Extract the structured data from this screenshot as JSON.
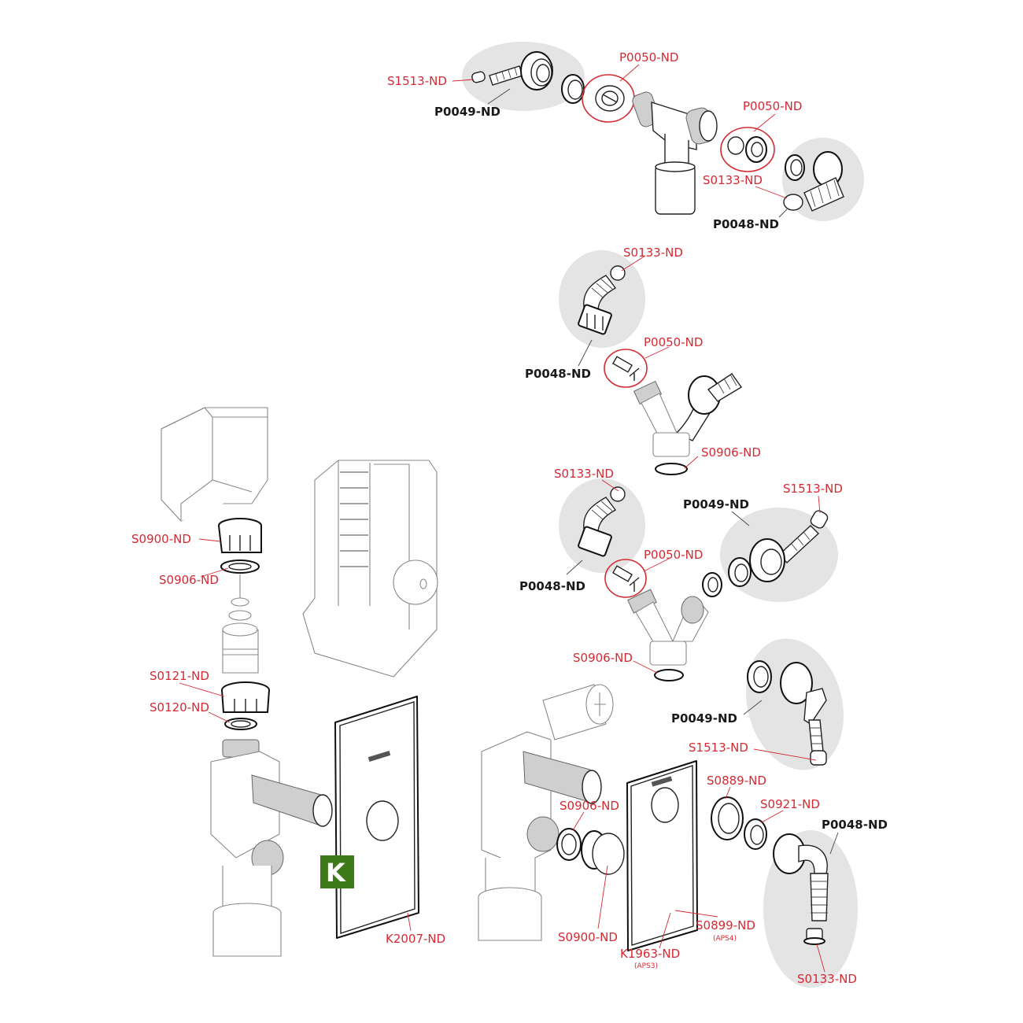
{
  "diagram": {
    "type": "exploded-parts-diagram",
    "label_color_spare_part": "#d42a33",
    "label_color_assembly": "#1a1a1a",
    "logo_color": "#3f7a1a",
    "logo_letter": "K",
    "groups": [
      {
        "id": "top-tee-assembly",
        "labels": [
          {
            "code": "S1513-ND",
            "kind": "part"
          },
          {
            "code": "P0049-ND",
            "kind": "assembly"
          },
          {
            "code": "P0050-ND",
            "kind": "part"
          },
          {
            "code": "P0050-ND",
            "kind": "part"
          },
          {
            "code": "S0133-ND",
            "kind": "part"
          },
          {
            "code": "P0048-ND",
            "kind": "assembly"
          }
        ]
      },
      {
        "id": "single-y-assembly",
        "labels": [
          {
            "code": "S0133-ND",
            "kind": "part"
          },
          {
            "code": "P0048-ND",
            "kind": "assembly"
          },
          {
            "code": "P0050-ND",
            "kind": "part"
          },
          {
            "code": "S0906-ND",
            "kind": "part"
          }
        ]
      },
      {
        "id": "double-y-assembly",
        "labels": [
          {
            "code": "S0133-ND",
            "kind": "part"
          },
          {
            "code": "P0049-ND",
            "kind": "assembly"
          },
          {
            "code": "S1513-ND",
            "kind": "part"
          },
          {
            "code": "P0048-ND",
            "kind": "assembly"
          },
          {
            "code": "P0050-ND",
            "kind": "part"
          },
          {
            "code": "S0906-ND",
            "kind": "part"
          }
        ]
      },
      {
        "id": "left-siphon-assembly",
        "labels": [
          {
            "code": "S0900-ND",
            "kind": "part"
          },
          {
            "code": "S0906-ND",
            "kind": "part"
          },
          {
            "code": "S0121-ND",
            "kind": "part"
          },
          {
            "code": "S0120-ND",
            "kind": "part"
          },
          {
            "code": "K2007-ND",
            "kind": "part"
          }
        ]
      },
      {
        "id": "right-siphon-assembly",
        "labels": [
          {
            "code": "P0049-ND",
            "kind": "assembly"
          },
          {
            "code": "S1513-ND",
            "kind": "part"
          },
          {
            "code": "S0906-ND",
            "kind": "part"
          },
          {
            "code": "S0889-ND",
            "kind": "part"
          },
          {
            "code": "S0921-ND",
            "kind": "part"
          },
          {
            "code": "P0048-ND",
            "kind": "assembly"
          },
          {
            "code": "S0900-ND",
            "kind": "part"
          },
          {
            "code": "K1963-ND",
            "kind": "part",
            "note": "(APS3)"
          },
          {
            "code": "S0899-ND",
            "kind": "part",
            "note": "(APS4)"
          },
          {
            "code": "S0133-ND",
            "kind": "part"
          }
        ]
      }
    ]
  }
}
